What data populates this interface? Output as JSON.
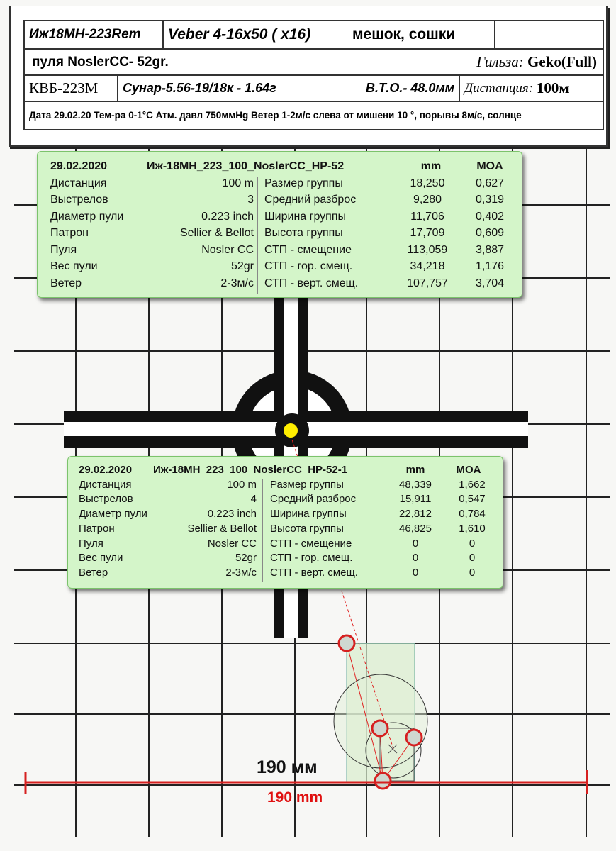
{
  "header": {
    "rifle": "Иж18МН-223Rem",
    "scope": "Veber 4-16x50 ( x16)",
    "rest": "мешок, сошки",
    "bullet": "пуля NoslerCC- 52gr.",
    "case_label": "Гильза:",
    "case_value": "Geko(Full)",
    "powder": "КВБ-223М",
    "primer": "Сунар-5.56-19/18к - 1.64г",
    "vto": "В.Т.О.- 48.0мм",
    "distance_label": "Дистанция:",
    "distance_value": "100м",
    "conditions": "Дата 29.02.20 Тем-ра 0-1°С Атм. давл 750ммHg Ветер 1-2м/с слева от мишени 10 °, порывы 8м/с, солнце"
  },
  "panels": [
    {
      "date": "29.02.2020",
      "title": "Иж-18МН_223_100_NoslerCC_HP-52",
      "col_mm": "mm",
      "col_moa": "MOA",
      "params": [
        [
          "Дистанция",
          "100  m"
        ],
        [
          "Выстрелов",
          "3"
        ],
        [
          "Диаметр пули",
          "0.223  inch"
        ],
        [
          "Патрон",
          "Sellier & Bellot"
        ],
        [
          "Пуля",
          "Nosler CC"
        ],
        [
          "Вес пули",
          "52gr"
        ],
        [
          "Ветер",
          "2-3м/с"
        ]
      ],
      "stats": [
        [
          "Размер группы",
          "18,250",
          "0,627"
        ],
        [
          "Средний разброс",
          "9,280",
          "0,319"
        ],
        [
          "Ширина группы",
          "11,706",
          "0,402"
        ],
        [
          "Высота группы",
          "17,709",
          "0,609"
        ],
        [
          "СТП - смещение",
          "113,059",
          "3,887"
        ],
        [
          "СТП - гор. смещ.",
          "34,218",
          "1,176"
        ],
        [
          "СТП - верт. смещ.",
          "107,757",
          "3,704"
        ]
      ]
    },
    {
      "date": "29.02.2020",
      "title": "Иж-18МН_223_100_NoslerCC_HP-52-1",
      "col_mm": "mm",
      "col_moa": "MOA",
      "params": [
        [
          "Дистанция",
          "100  m"
        ],
        [
          "Выстрелов",
          "4"
        ],
        [
          "Диаметр пули",
          "0.223  inch"
        ],
        [
          "Патрон",
          "Sellier & Bellot"
        ],
        [
          "Пуля",
          "Nosler CC"
        ],
        [
          "Вес пули",
          "52gr"
        ],
        [
          "Ветер",
          "2-3м/с"
        ]
      ],
      "stats": [
        [
          "Размер группы",
          "48,339",
          "1,662"
        ],
        [
          "Средний разброс",
          "15,911",
          "0,547"
        ],
        [
          "Ширина группы",
          "22,812",
          "0,784"
        ],
        [
          "Высота группы",
          "46,825",
          "1,610"
        ],
        [
          "СТП - смещение",
          "0",
          "0"
        ],
        [
          "СТП - гор. смещ.",
          "0",
          "0"
        ],
        [
          "СТП - верт. смещ.",
          "0",
          "0"
        ]
      ]
    }
  ],
  "scale": {
    "printed": "190 мм",
    "overlay": "190 mm"
  },
  "colors": {
    "panel": "#d4f5c9",
    "marker": "#e02020",
    "aim": "#ffee00"
  }
}
